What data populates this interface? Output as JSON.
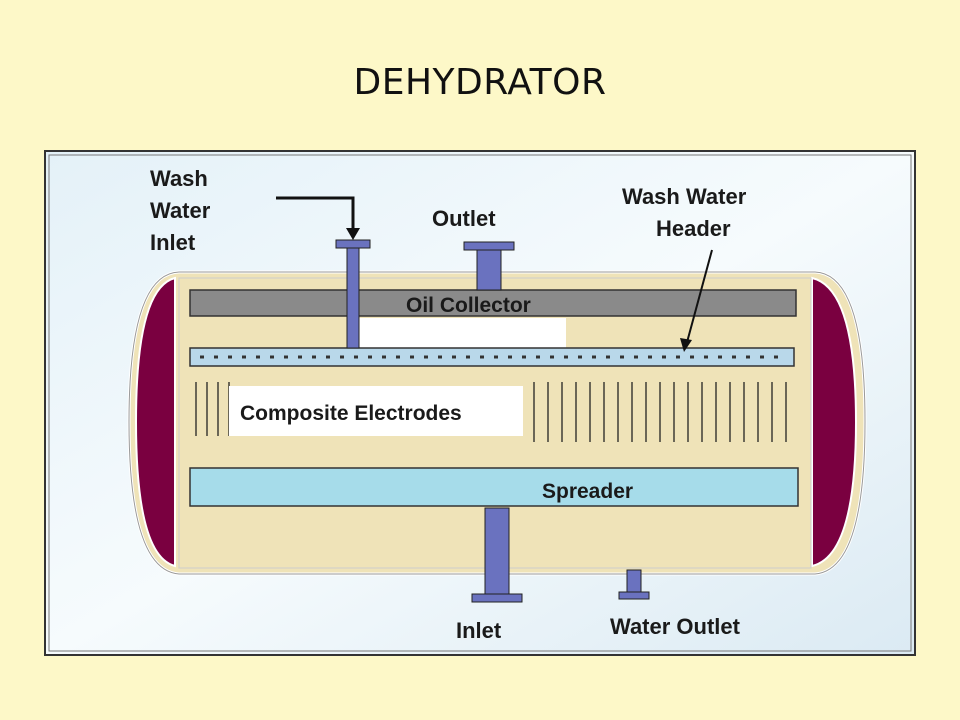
{
  "title": "DEHYDRATOR",
  "labels": {
    "wash_water_inlet": [
      "Wash",
      "Water",
      "Inlet"
    ],
    "outlet": "Outlet",
    "wash_water_header": [
      "Wash Water",
      "Header"
    ],
    "oil_collector": "Oil Collector",
    "composite_electrodes": "Composite Electrodes",
    "spreader": "Spreader",
    "inlet": "Inlet",
    "water_outlet": "Water Outlet"
  },
  "colors": {
    "slide_background": "#fdf8c8",
    "vessel_fill": "#efe3b8",
    "end_caps": "#7a0040",
    "pipe": "#6a72bf",
    "spreader": "#a6dcea",
    "oil_collector": "#8a8a8a",
    "header_pipe": "#b9d8ea"
  }
}
